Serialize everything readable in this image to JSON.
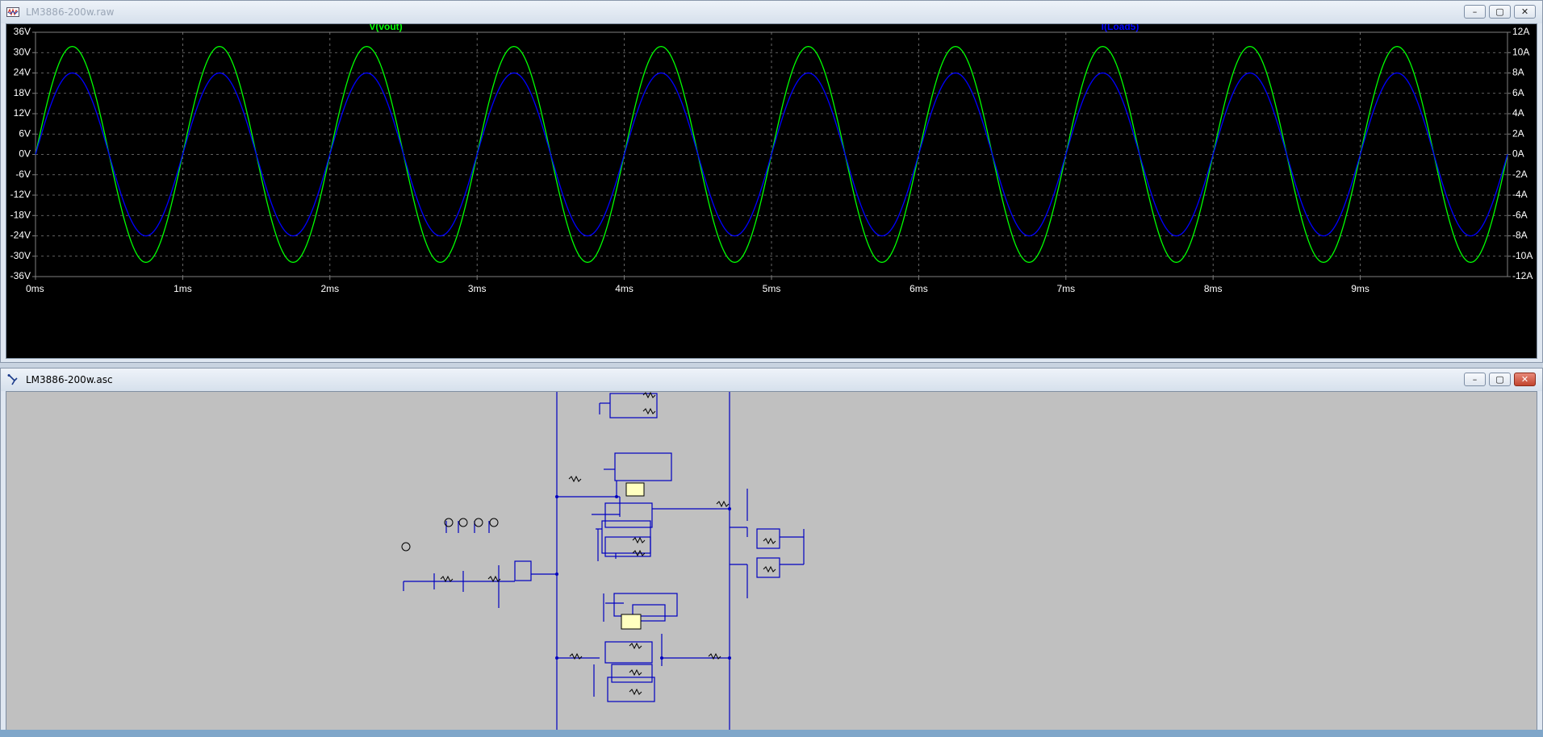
{
  "plot_window": {
    "title": "LM3886-200w.raw",
    "traces": [
      {
        "label": "V(vout)",
        "color": "#00ff00"
      },
      {
        "label": "I(Load5)",
        "color": "#0000ff"
      }
    ]
  },
  "schematic_window": {
    "title": "LM3886-200w.asc"
  },
  "window_buttons": {
    "minimize": "–",
    "maximize": "▢",
    "close": "✕"
  },
  "colors": {
    "plot_bg": "#000000",
    "grid": "#808080",
    "axis_text": "#ffffff",
    "schematic_bg": "#c0c0c0",
    "wire": "#0000c0",
    "chip_fill": "#ffffc0"
  },
  "chart_data": {
    "type": "line",
    "x": {
      "min": 0,
      "max": 10,
      "unit": "ms",
      "ticks": [
        "0ms",
        "1ms",
        "2ms",
        "3ms",
        "4ms",
        "5ms",
        "6ms",
        "7ms",
        "8ms",
        "9ms"
      ]
    },
    "y_left": {
      "min": -36,
      "max": 36,
      "ticks": [
        "36V",
        "30V",
        "24V",
        "18V",
        "12V",
        "6V",
        "0V",
        "-6V",
        "-12V",
        "-18V",
        "-24V",
        "-30V",
        "-36V"
      ]
    },
    "y_right": {
      "min": -12,
      "max": 12,
      "ticks": [
        "12A",
        "10A",
        "8A",
        "6A",
        "4A",
        "2A",
        "0A",
        "-2A",
        "-4A",
        "-6A",
        "-8A",
        "-10A",
        "-12A"
      ]
    },
    "grid": true,
    "series": [
      {
        "name": "V(vout)",
        "axis": "left",
        "waveform": "sine",
        "amplitude": 31.8,
        "frequency_khz": 1,
        "phase_deg": 0,
        "color": "#00ff00"
      },
      {
        "name": "I(Load5)",
        "axis": "right",
        "waveform": "sine",
        "amplitude": 8.0,
        "frequency_khz": 1,
        "phase_deg": 0,
        "color": "#0000ff"
      }
    ]
  }
}
